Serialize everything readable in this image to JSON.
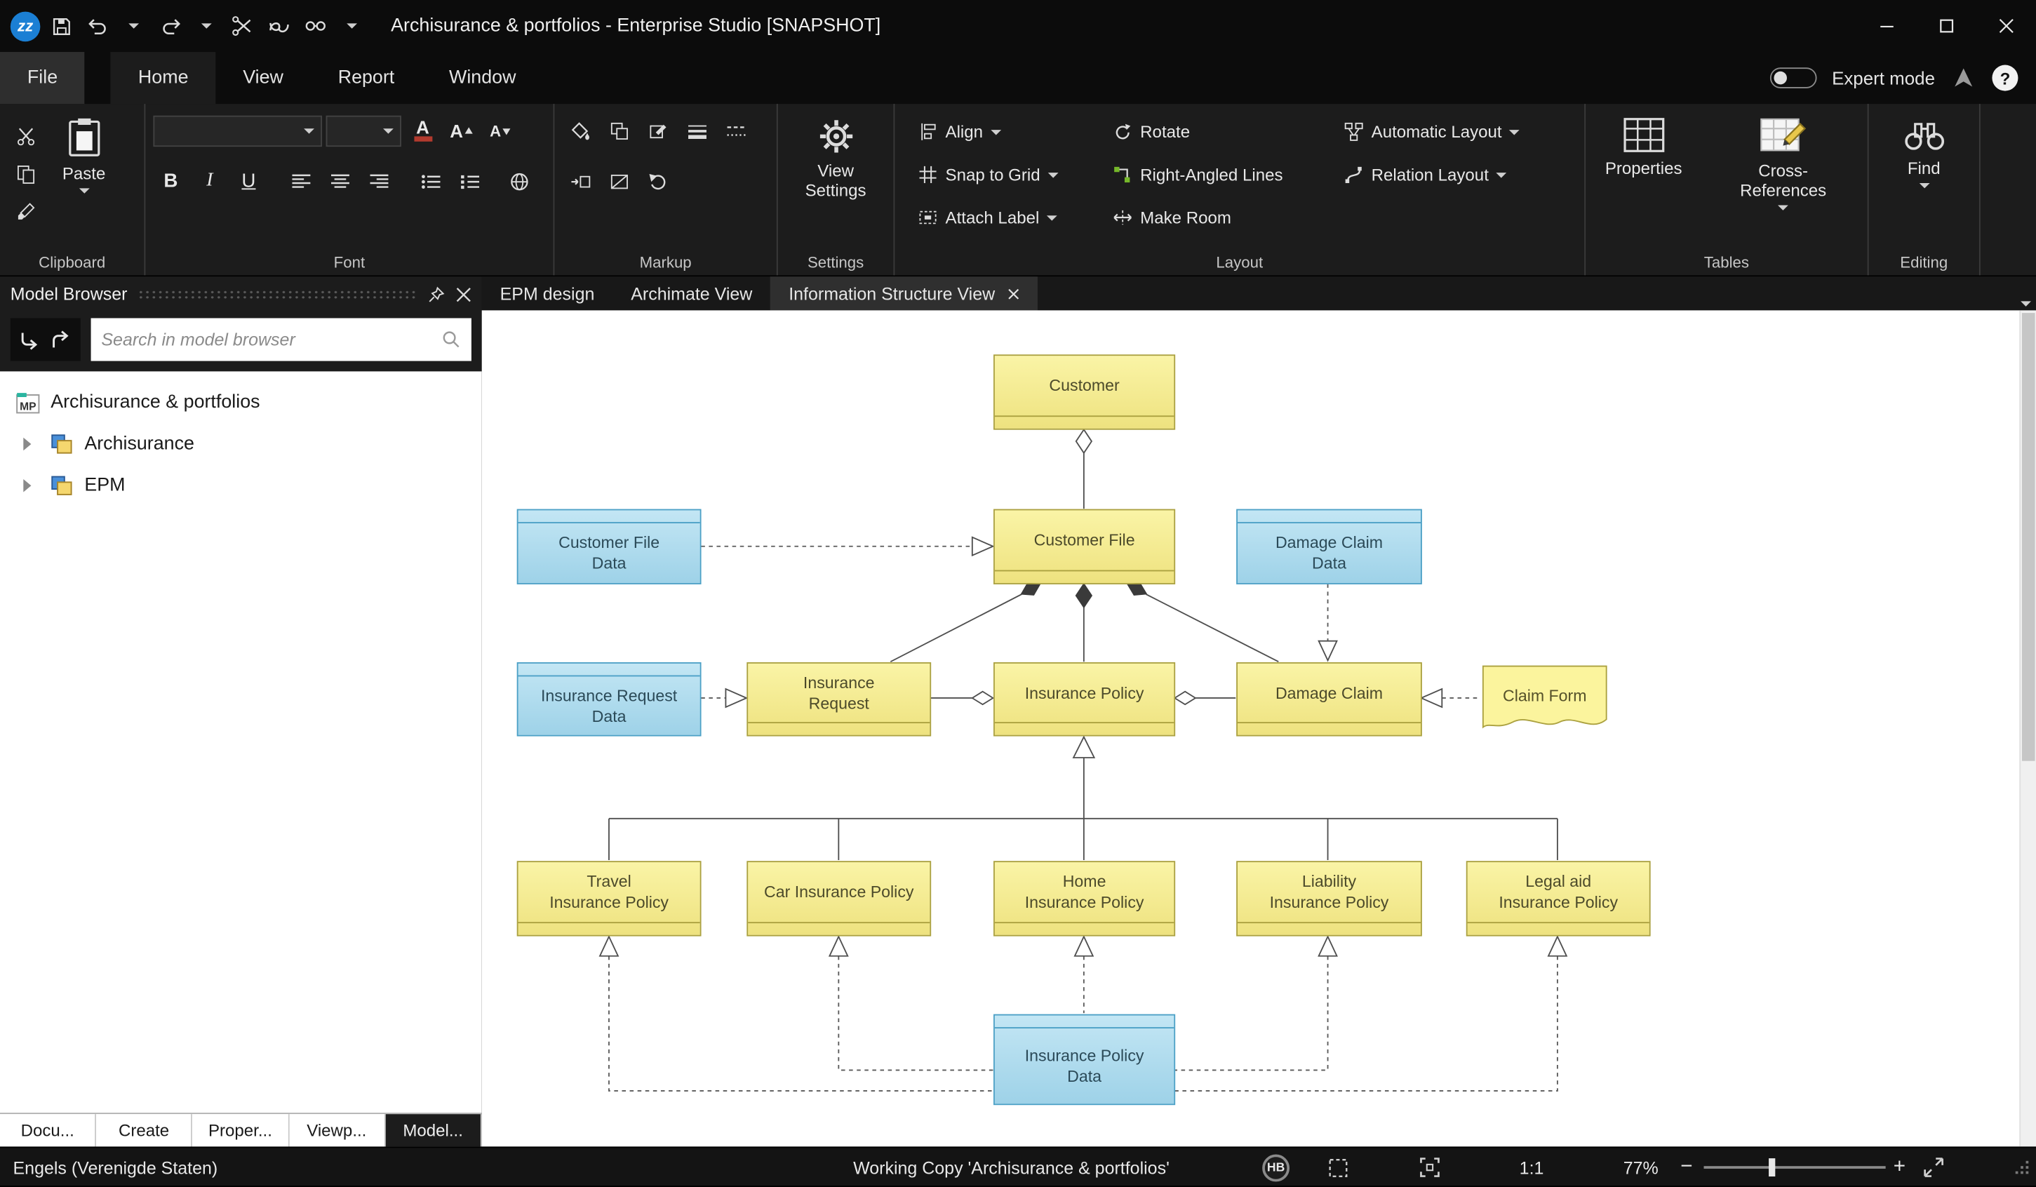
{
  "titlebar": {
    "logo_text": "zz",
    "title": "Archisurance & portfolios - Enterprise Studio [SNAPSHOT]"
  },
  "menubar": {
    "tabs": [
      "File",
      "Home",
      "View",
      "Report",
      "Window"
    ],
    "expert_mode_label": "Expert mode",
    "help_glyph": "?"
  },
  "ribbon": {
    "clipboard": {
      "paste": "Paste",
      "group_label": "Clipboard"
    },
    "font": {
      "bold": "B",
      "italic": "I",
      "underline": "U",
      "color_glyph": "A",
      "grow_glyph": "A",
      "shrink_glyph": "A",
      "group_label": "Font"
    },
    "markup": {
      "group_label": "Markup"
    },
    "settings": {
      "view_settings": "View Settings",
      "group_label": "Settings"
    },
    "layout": {
      "align": "Align",
      "snap_to_grid": "Snap to Grid",
      "attach_label": "Attach Label",
      "rotate": "Rotate",
      "right_angled_lines": "Right-Angled Lines",
      "make_room": "Make Room",
      "automatic_layout": "Automatic Layout",
      "relation_layout": "Relation Layout",
      "group_label": "Layout"
    },
    "tables": {
      "properties": "Properties",
      "cross_references": "Cross-References",
      "group_label": "Tables"
    },
    "editing": {
      "find": "Find",
      "group_label": "Editing"
    }
  },
  "model_browser": {
    "title": "Model Browser",
    "search_placeholder": "Search in model browser",
    "tree": [
      {
        "label": "Archisurance & portfolios"
      },
      {
        "label": "Archisurance"
      },
      {
        "label": "EPM"
      }
    ],
    "bottom_tabs": [
      "Docu...",
      "Create",
      "Proper...",
      "Viewp...",
      "Model..."
    ]
  },
  "view_tabs": [
    {
      "label": "EPM design"
    },
    {
      "label": "Archimate View"
    },
    {
      "label": "Information Structure View"
    }
  ],
  "diagram": {
    "nodes": [
      {
        "type": "entity",
        "label": "Customer",
        "lines": [
          "Customer"
        ]
      },
      {
        "type": "entity",
        "label": "Customer File",
        "lines": [
          "Customer File"
        ]
      },
      {
        "type": "data",
        "label": "Customer File Data",
        "lines": [
          "Customer File",
          "Data"
        ]
      },
      {
        "type": "data",
        "label": "Damage Claim Data",
        "lines": [
          "Damage Claim",
          "Data"
        ]
      },
      {
        "type": "data",
        "label": "Insurance Request Data",
        "lines": [
          "Insurance Request",
          "Data"
        ]
      },
      {
        "type": "entity",
        "label": "Insurance Request",
        "lines": [
          "Insurance",
          "Request"
        ]
      },
      {
        "type": "entity",
        "label": "Insurance Policy",
        "lines": [
          "Insurance Policy"
        ]
      },
      {
        "type": "entity",
        "label": "Damage Claim",
        "lines": [
          "Damage Claim"
        ]
      },
      {
        "type": "entity",
        "label": "Travel Insurance Policy",
        "lines": [
          "Travel",
          "Insurance Policy"
        ]
      },
      {
        "type": "entity",
        "label": "Car Insurance Policy",
        "lines": [
          "Car Insurance Policy"
        ]
      },
      {
        "type": "entity",
        "label": "Home Insurance Policy",
        "lines": [
          "Home",
          "Insurance Policy"
        ]
      },
      {
        "type": "entity",
        "label": "Liability Insurance Policy",
        "lines": [
          "Liability",
          "Insurance Policy"
        ]
      },
      {
        "type": "entity",
        "label": "Legal aid Insurance Policy",
        "lines": [
          "Legal aid",
          "Insurance Policy"
        ]
      },
      {
        "type": "data",
        "label": "Insurance Policy Data",
        "lines": [
          "Insurance Policy",
          "Data"
        ]
      }
    ],
    "note": {
      "label": "Claim Form"
    },
    "colors": {
      "entity_fill": "#f5ee94",
      "entity_border": "#aba13f",
      "data_fill": "#aedcee",
      "data_border": "#4ba0c6",
      "line": "#4f4f4f"
    }
  },
  "statusbar": {
    "language": "Engels (Verenigde Staten)",
    "working_copy": "Working Copy 'Archisurance & portfolios'",
    "user_badge": "HB",
    "scale": "1:1",
    "zoom": "77%",
    "zoom_out": "−",
    "zoom_in": "+"
  }
}
